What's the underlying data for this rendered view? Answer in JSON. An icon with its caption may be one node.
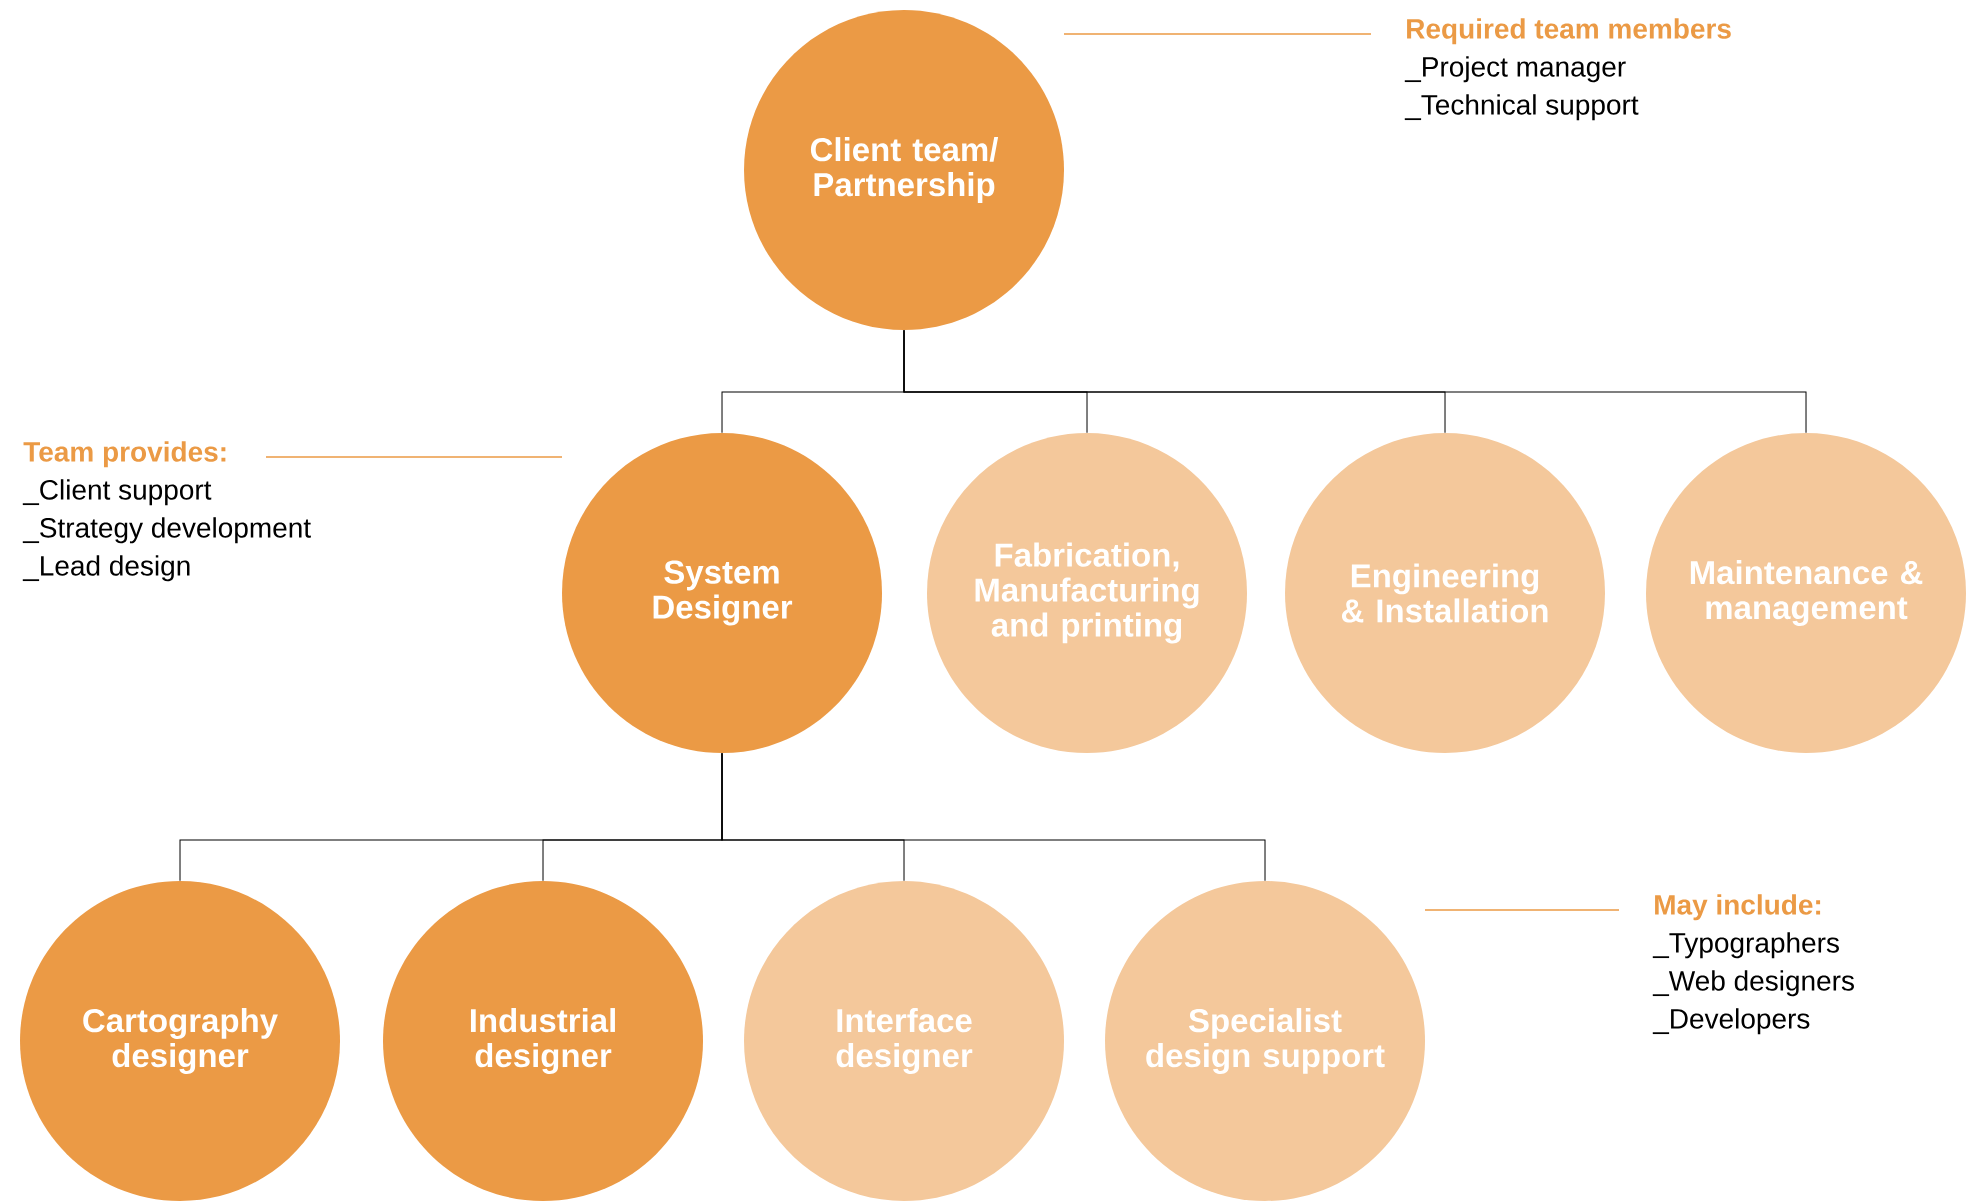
{
  "diagram": {
    "nodes": [
      {
        "text": [
          "Client team/ Partnership"
        ]
      },
      {
        "text": [
          "System Designer"
        ]
      },
      {
        "text": [
          "Fabrication, Manufacturing and printing"
        ]
      },
      {
        "text": [
          "Engineering & Installation"
        ]
      },
      {
        "text": [
          "Maintenance & management"
        ]
      },
      {
        "text": [
          "Cartography designer"
        ]
      },
      {
        "text": [
          "Industrial designer"
        ]
      },
      {
        "text": [
          "Interface designer"
        ]
      },
      {
        "text": [
          "Specialist design support"
        ]
      },
      {
        "text": [
          "Required team members",
          "_Project manager",
          "_Technical support"
        ]
      },
      {
        "text": [
          "Team provides:",
          "_Client support",
          "_Strategy development",
          "_Lead design"
        ]
      },
      {
        "text": [
          "May include:",
          "_Typographers",
          "_Web designers",
          "_Developers"
        ]
      }
    ],
    "edges": [
      {
        "from": 0,
        "to": 1,
        "arrow": "none"
      },
      {
        "from": 0,
        "to": 2,
        "arrow": "none"
      },
      {
        "from": 0,
        "to": 3,
        "arrow": "none"
      },
      {
        "from": 0,
        "to": 4,
        "arrow": "none"
      },
      {
        "from": 1,
        "to": 5,
        "arrow": "none"
      },
      {
        "from": 1,
        "to": 6,
        "arrow": "none"
      },
      {
        "from": 1,
        "to": 7,
        "arrow": "none"
      },
      {
        "from": 1,
        "to": 8,
        "arrow": "none"
      },
      {
        "from": 9,
        "to": null,
        "arrow": "none",
        "color": "#eb9a45"
      },
      {
        "from": 10,
        "to": null,
        "arrow": "none",
        "color": "#eb9a45"
      },
      {
        "from": 11,
        "to": null,
        "arrow": "none",
        "color": "#eb9a45"
      }
    ]
  }
}
